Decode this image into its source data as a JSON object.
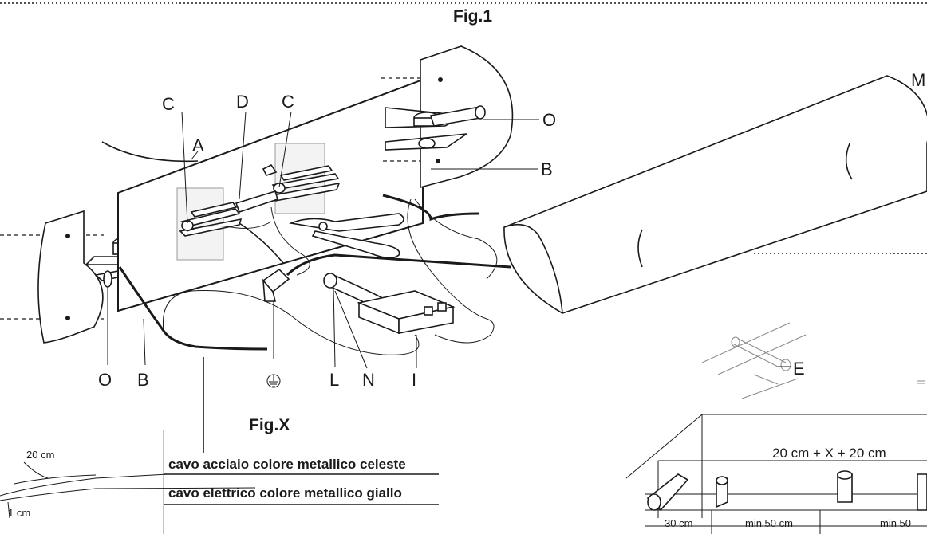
{
  "figure_titles": {
    "fig1": "Fig.1",
    "figx": "Fig.X"
  },
  "labels": {
    "A": "A",
    "B_left": "B",
    "B_right": "B",
    "C_left": "C",
    "C_right": "C",
    "D": "D",
    "E": "E",
    "I": "I",
    "L": "L",
    "M": "M",
    "N": "N",
    "O_left": "O",
    "O_right": "O"
  },
  "cable_captions": {
    "steel": "cavo acciaio colore metallico celeste",
    "electric": "cavo elettrico colore metallico giallo"
  },
  "figx_dims": {
    "top": "20 cm",
    "bottom": "1 cm"
  },
  "rail_dims": {
    "total": "20 cm + X + 20 cm",
    "first": "30 cm",
    "middle": "min 50 cm",
    "last": "min 50"
  }
}
